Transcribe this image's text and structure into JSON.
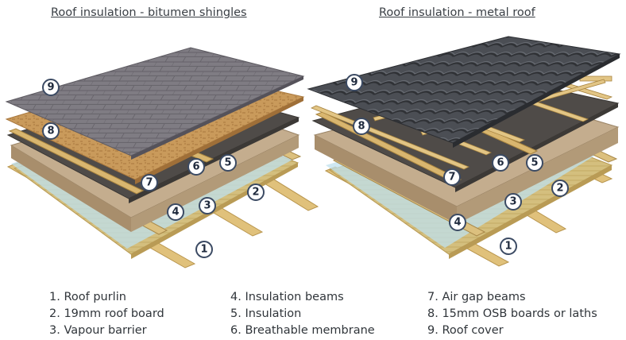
{
  "titles": {
    "left": "Roof insulation - bitumen shingles",
    "right": "Roof insulation - metal roof"
  },
  "legend": {
    "col1": [
      "1. Roof purlin",
      "2. 19mm roof board",
      "3. Vapour barrier"
    ],
    "col2": [
      "4. Insulation beams",
      "5. Insulation",
      "6. Breathable membrane"
    ],
    "col3": [
      "7. Air gap beams",
      "8. 15mm OSB boards or laths",
      "9. Roof cover"
    ]
  },
  "markers": {
    "left": [
      "9",
      "8",
      "7",
      "6",
      "5",
      "4",
      "3",
      "2",
      "1"
    ],
    "right": [
      "9",
      "8",
      "7",
      "6",
      "5",
      "4",
      "3",
      "2",
      "1"
    ]
  },
  "colors": {
    "shingles": "#7d7a80",
    "metal": "#4a4d52",
    "osb": "#c9995a",
    "membrane": "#4d4a47",
    "insulation": "#c2ab8c",
    "vapour": "#bfe0ee",
    "board": "#d8c07a",
    "purlin": "#e1c27a",
    "marker_stroke": "#3b4a63"
  }
}
